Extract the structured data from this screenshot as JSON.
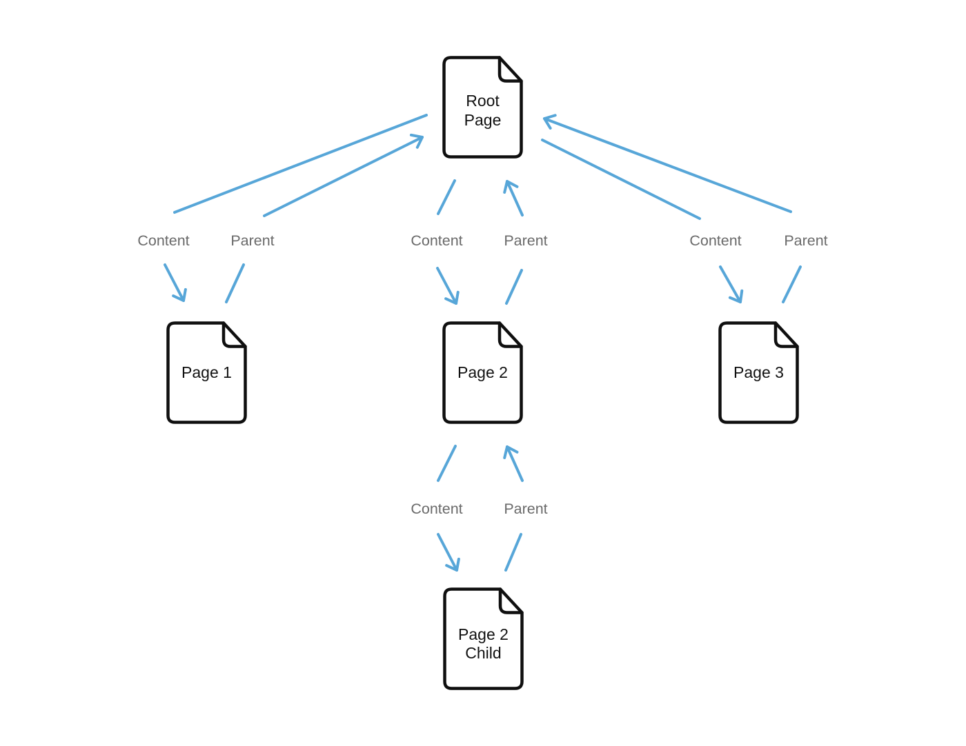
{
  "colors": {
    "background": "#ffffff",
    "arrow": "#57a6d8",
    "edge-label": "#6a6a6a",
    "node-border": "#0f0f0f",
    "node-text": "#111111"
  },
  "diagram": {
    "type": "page-hierarchy",
    "nodes": [
      {
        "id": "root-page",
        "label": "Root Page",
        "lines": [
          "Root",
          "Page"
        ]
      },
      {
        "id": "page-1",
        "label": "Page 1",
        "lines": [
          "Page 1"
        ]
      },
      {
        "id": "page-2",
        "label": "Page 2",
        "lines": [
          "Page 2"
        ]
      },
      {
        "id": "page-3",
        "label": "Page 3",
        "lines": [
          "Page 3"
        ]
      },
      {
        "id": "page-2-child",
        "label": "Page 2 Child",
        "lines": [
          "Page 2",
          "Child"
        ]
      }
    ],
    "edge_label_groups": [
      {
        "between": [
          "root-page",
          "page-1"
        ],
        "content": "Content",
        "parent": "Parent"
      },
      {
        "between": [
          "root-page",
          "page-2"
        ],
        "content": "Content",
        "parent": "Parent"
      },
      {
        "between": [
          "root-page",
          "page-3"
        ],
        "content": "Content",
        "parent": "Parent"
      },
      {
        "between": [
          "page-2",
          "page-2-child"
        ],
        "content": "Content",
        "parent": "Parent"
      }
    ],
    "relationships": [
      {
        "from": "Root Page",
        "to": "Page 1",
        "type": "Content"
      },
      {
        "from": "Page 1",
        "to": "Root Page",
        "type": "Parent"
      },
      {
        "from": "Root Page",
        "to": "Page 2",
        "type": "Content"
      },
      {
        "from": "Page 2",
        "to": "Root Page",
        "type": "Parent"
      },
      {
        "from": "Root Page",
        "to": "Page 3",
        "type": "Content"
      },
      {
        "from": "Page 3",
        "to": "Root Page",
        "type": "Parent"
      },
      {
        "from": "Page 2",
        "to": "Page 2 Child",
        "type": "Content"
      },
      {
        "from": "Page 2 Child",
        "to": "Page 2",
        "type": "Parent"
      }
    ]
  }
}
